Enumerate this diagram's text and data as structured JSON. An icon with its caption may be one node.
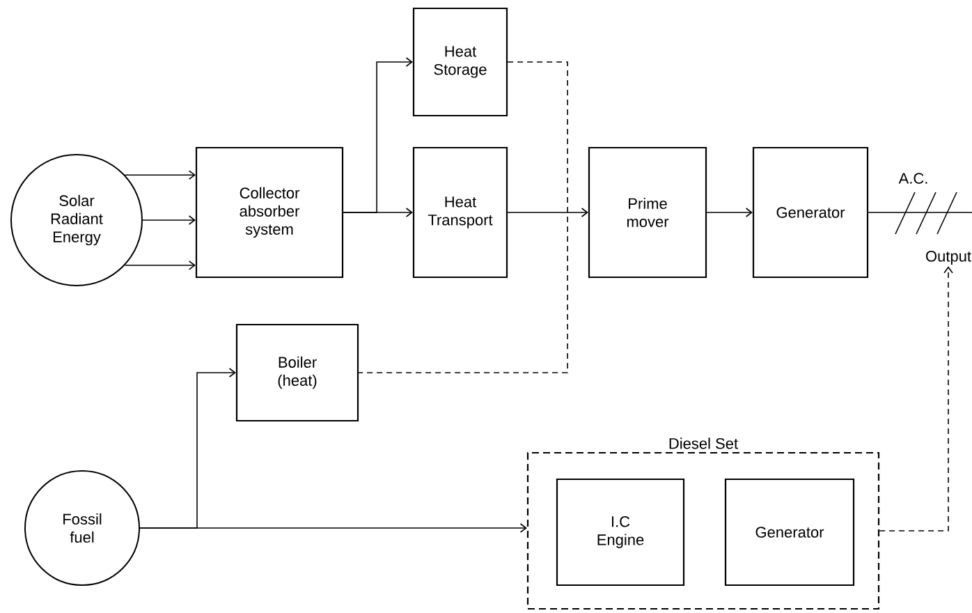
{
  "diagram": {
    "nodes": [
      {
        "text": [
          "Solar Radiant Energy"
        ]
      },
      {
        "text": [
          "Collector absorber system"
        ]
      },
      {
        "text": [
          "Heat Storage"
        ]
      },
      {
        "text": [
          "Heat Transport"
        ]
      },
      {
        "text": [
          "Prime mover"
        ]
      },
      {
        "text": [
          "Generator"
        ]
      },
      {
        "text": [
          "Boiler (heat)"
        ]
      },
      {
        "text": [
          "Fossil fuel"
        ]
      },
      {
        "text": [
          "Diesel Set"
        ]
      },
      {
        "text": [
          "I.C Engine"
        ],
        "in": 8
      },
      {
        "text": [
          "Generator"
        ],
        "in": 8
      },
      {
        "text": [
          "Output"
        ]
      }
    ],
    "edges": [
      {
        "from": 0,
        "to": 1,
        "arrow": "to"
      },
      {
        "from": 0,
        "to": 1,
        "arrow": "to"
      },
      {
        "from": 0,
        "to": 1,
        "arrow": "to"
      },
      {
        "from": 1,
        "to": 2,
        "arrow": "to"
      },
      {
        "from": 1,
        "to": 3,
        "arrow": "to"
      },
      {
        "from": 3,
        "to": 4,
        "arrow": "to"
      },
      {
        "from": 4,
        "to": 5,
        "arrow": "to"
      },
      {
        "from": 5,
        "to": null,
        "arrow": "none"
      },
      {
        "from": 2,
        "to": 6,
        "arrow": "none",
        "style": "dashed"
      },
      {
        "from": 7,
        "to": 6,
        "arrow": "to"
      },
      {
        "from": 7,
        "to": 8,
        "arrow": "to"
      },
      {
        "from": 8,
        "to": 11,
        "arrow": "to",
        "style": "dashed"
      }
    ],
    "labels": [
      "A.C."
    ]
  }
}
